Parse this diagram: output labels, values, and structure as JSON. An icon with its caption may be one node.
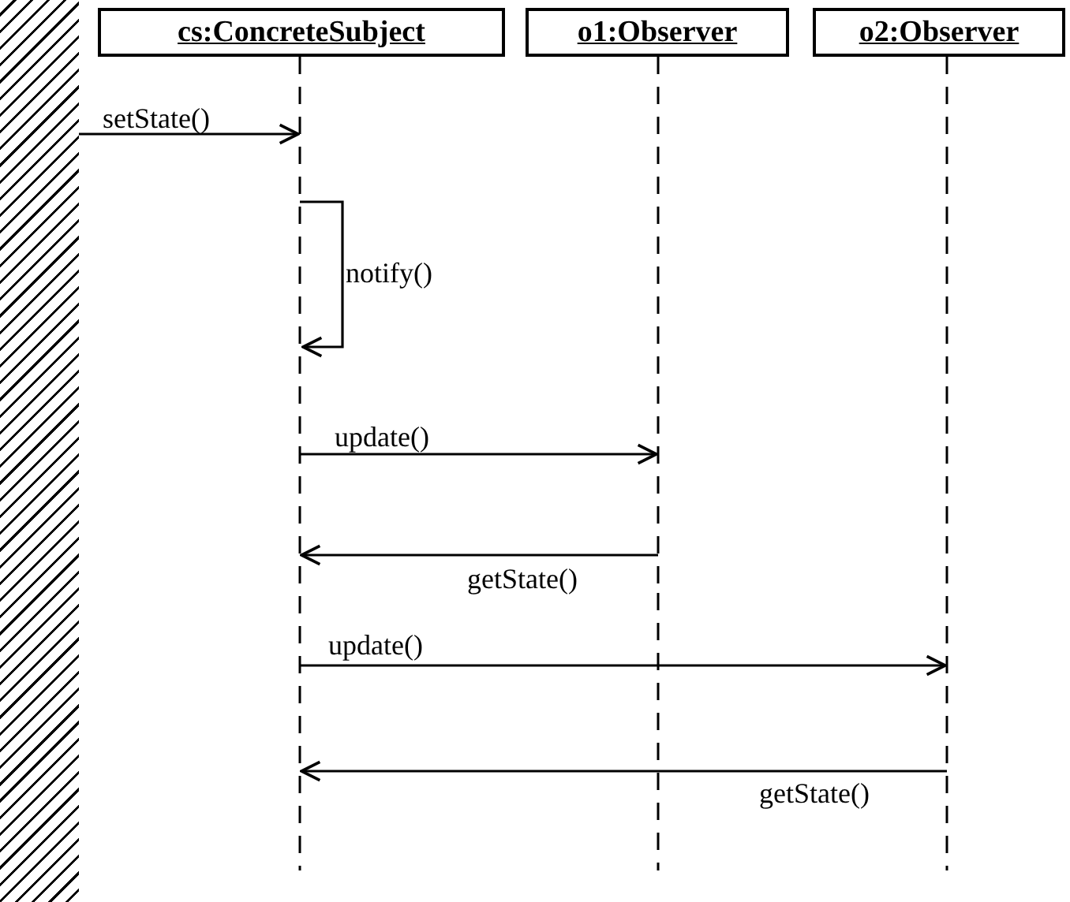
{
  "diagram": {
    "nodes": [
      {
        "text": [],
        "shape": "bar"
      },
      {
        "text": [
          "cs:ConcreteSubject"
        ]
      },
      {
        "text": [
          "o1:Observer"
        ]
      },
      {
        "text": [
          "o2:Observer"
        ]
      }
    ],
    "edges": [
      {
        "from": 0,
        "to": 1,
        "arrow": "to",
        "label": "setState()"
      },
      {
        "from": 1,
        "to": 1,
        "arrow": "to",
        "label": "notify()"
      },
      {
        "from": 1,
        "to": 2,
        "arrow": "to",
        "label": "update()"
      },
      {
        "from": 2,
        "to": 1,
        "arrow": "to",
        "label": "getState()"
      },
      {
        "from": 1,
        "to": 3,
        "arrow": "to",
        "label": "update()"
      },
      {
        "from": 3,
        "to": 1,
        "arrow": "to",
        "label": "getState()"
      }
    ]
  }
}
